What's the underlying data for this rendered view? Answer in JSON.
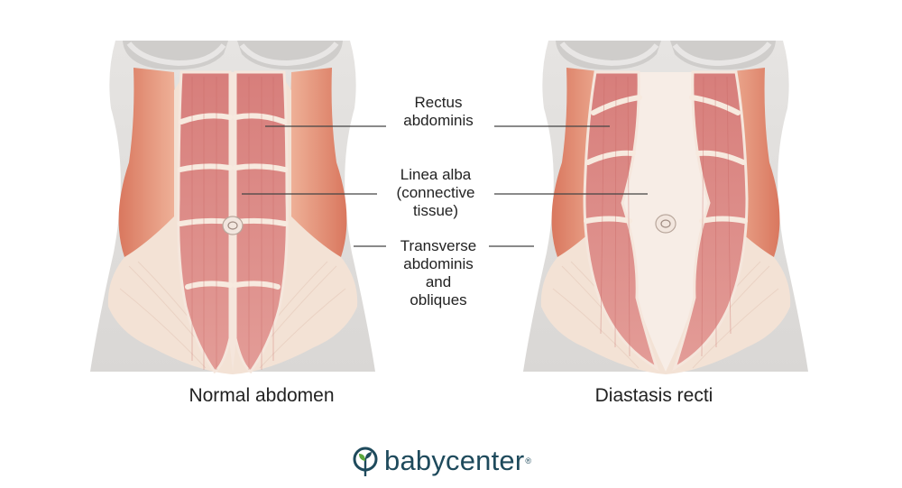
{
  "labels": {
    "rectus": [
      "Rectus",
      "abdominis"
    ],
    "linea": [
      "Linea alba",
      "(connective",
      "tissue)"
    ],
    "transverse": [
      "Transverse",
      "abdominis",
      "and",
      "obliques"
    ]
  },
  "captions": {
    "normal": "Normal abdomen",
    "diastasis": "Diastasis recti"
  },
  "logo": {
    "text": "babycenter",
    "mark": "®",
    "icon": "sprout-icon",
    "color": "#1e4a5c",
    "accent": "#5aa63c"
  },
  "colors": {
    "muscle": "#dc8f8b",
    "muscle_dark": "#c96e6a",
    "oblique": "#e48c72",
    "fascia": "#f4e3d6",
    "skin": "#e3e1df",
    "line": "#444444"
  }
}
